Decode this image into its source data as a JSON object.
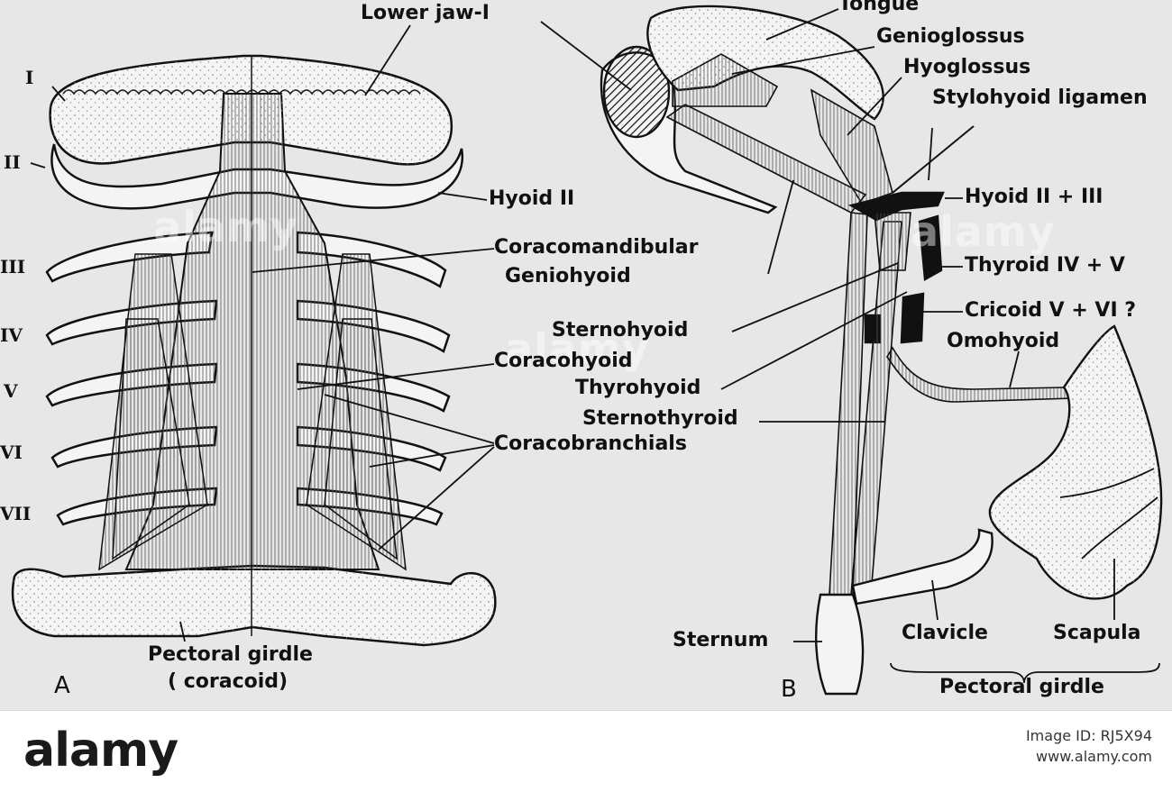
{
  "figure": {
    "panel_a": {
      "letter": "A",
      "arch_numerals": [
        "I",
        "II",
        "III",
        "IV",
        "V",
        "VI",
        "VII"
      ],
      "labels": {
        "lower_jaw": "Lower jaw-I",
        "hyoid": "Hyoid II",
        "coracomandibular": "Coracomandibular",
        "coracohyoid": "Coracohyoid",
        "coracobranchials": "Coracobranchials",
        "pectoral_girdle": "Pectoral girdle",
        "coracoid": "( coracoid)"
      }
    },
    "panel_b": {
      "letter": "B",
      "labels": {
        "tongue": "Tongue",
        "genioglossus": "Genioglossus",
        "hyoglossus": "Hyoglossus",
        "stylohyoid": "Stylohyoid ligamen",
        "hyoid": "Hyoid II + III",
        "geniohyoid": "Geniohyoid",
        "thyroid": "Thyroid IV + V",
        "cricoid": "Cricoid V + VI ?",
        "sternohyoid": "Sternohyoid",
        "omohyoid": "Omohyoid",
        "thyrohyoid": "Thyrohyoid",
        "sternothyroid": "Sternothyroid",
        "sternum": "Sternum",
        "clavicle": "Clavicle",
        "scapula": "Scapula",
        "pectoral_girdle": "Pectoral girdle"
      }
    }
  },
  "watermark": {
    "text": "alamy"
  },
  "footer": {
    "logo": "alamy",
    "image_id_line": "Image ID: RJ5X94",
    "url": "www.alamy.com"
  }
}
